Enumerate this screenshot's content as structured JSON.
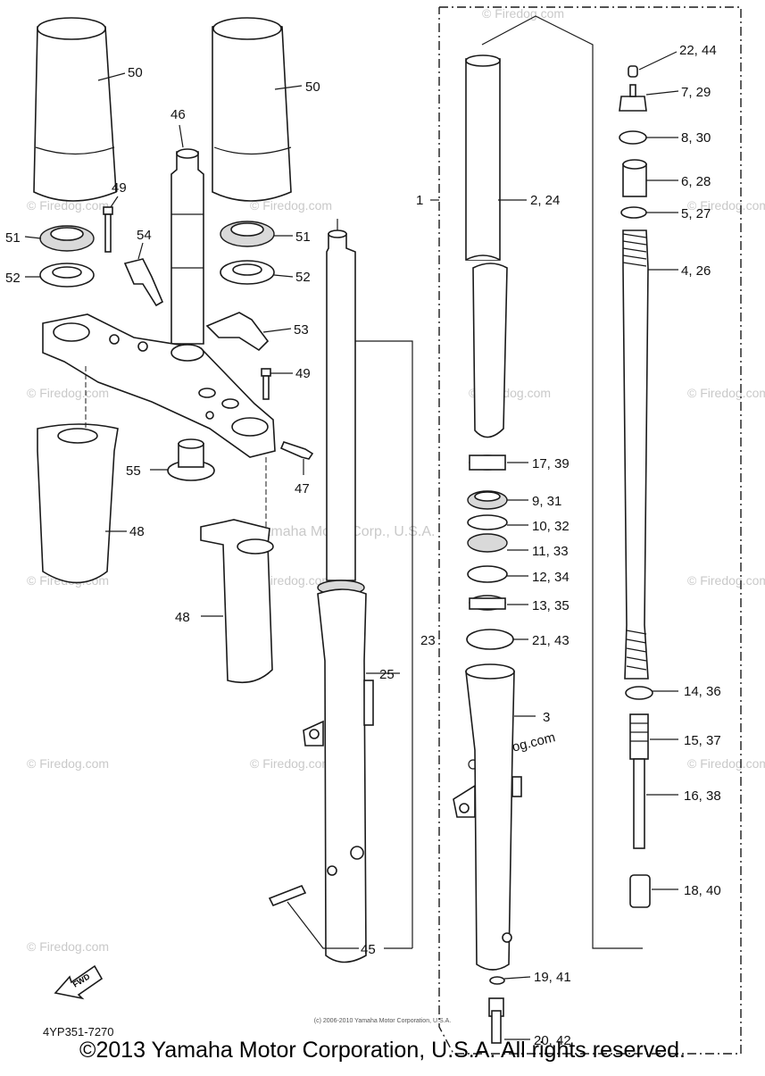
{
  "diagram": {
    "code": "4YP351-7270",
    "fwd_label": "FWD",
    "callouts": {
      "c1": "1",
      "c2_24": "2, 24",
      "c3": "3",
      "c4_26": "4, 26",
      "c5_27": "5, 27",
      "c6_28": "6, 28",
      "c7_29": "7, 29",
      "c8_30": "8, 30",
      "c9_31": "9, 31",
      "c10_32": "10, 32",
      "c11_33": "11, 33",
      "c12_34": "12, 34",
      "c13_35": "13, 35",
      "c14_36": "14, 36",
      "c15_37": "15, 37",
      "c16_38": "16, 38",
      "c17_39": "17, 39",
      "c18_40": "18, 40",
      "c19_41": "19, 41",
      "c20_42": "20, 42",
      "c21_43": "21, 43",
      "c22_44": "22, 44",
      "c23": "23",
      "c25": "25",
      "c45": "45",
      "c46": "46",
      "c47": "47",
      "c48a": "48",
      "c48b": "48",
      "c49a": "49",
      "c49b": "49",
      "c50a": "50",
      "c50b": "50",
      "c51a": "51",
      "c51b": "51",
      "c52a": "52",
      "c52b": "52",
      "c53": "53",
      "c54": "54",
      "c55": "55"
    },
    "watermarks": {
      "w1": "© Firedog.com",
      "w2": "© Firedog.com",
      "w3": "© Firedog.com",
      "w4": "© Firedog.com",
      "w5": "© Firedog.com",
      "w6": "© Firedog.com",
      "w7": "© Firedog.com",
      "w8": "© Firedog.com",
      "w9": "© Firedog.com",
      "w10": "© Firedog.com",
      "w11": "© Firedog.com",
      "w12": "© Firedog.com",
      "w13": "© Firedog.com",
      "w14": "© Firedog.com",
      "w15": "Firedog.com",
      "w16": "Yamaha Motor Corp., U.S.A."
    }
  },
  "footer": {
    "small_print": "(c) 2006-2010 Yamaha Motor Corporation, U.S.A.",
    "copyright": "©2013 Yamaha Motor Corporation, U.S.A. All rights reserved."
  }
}
